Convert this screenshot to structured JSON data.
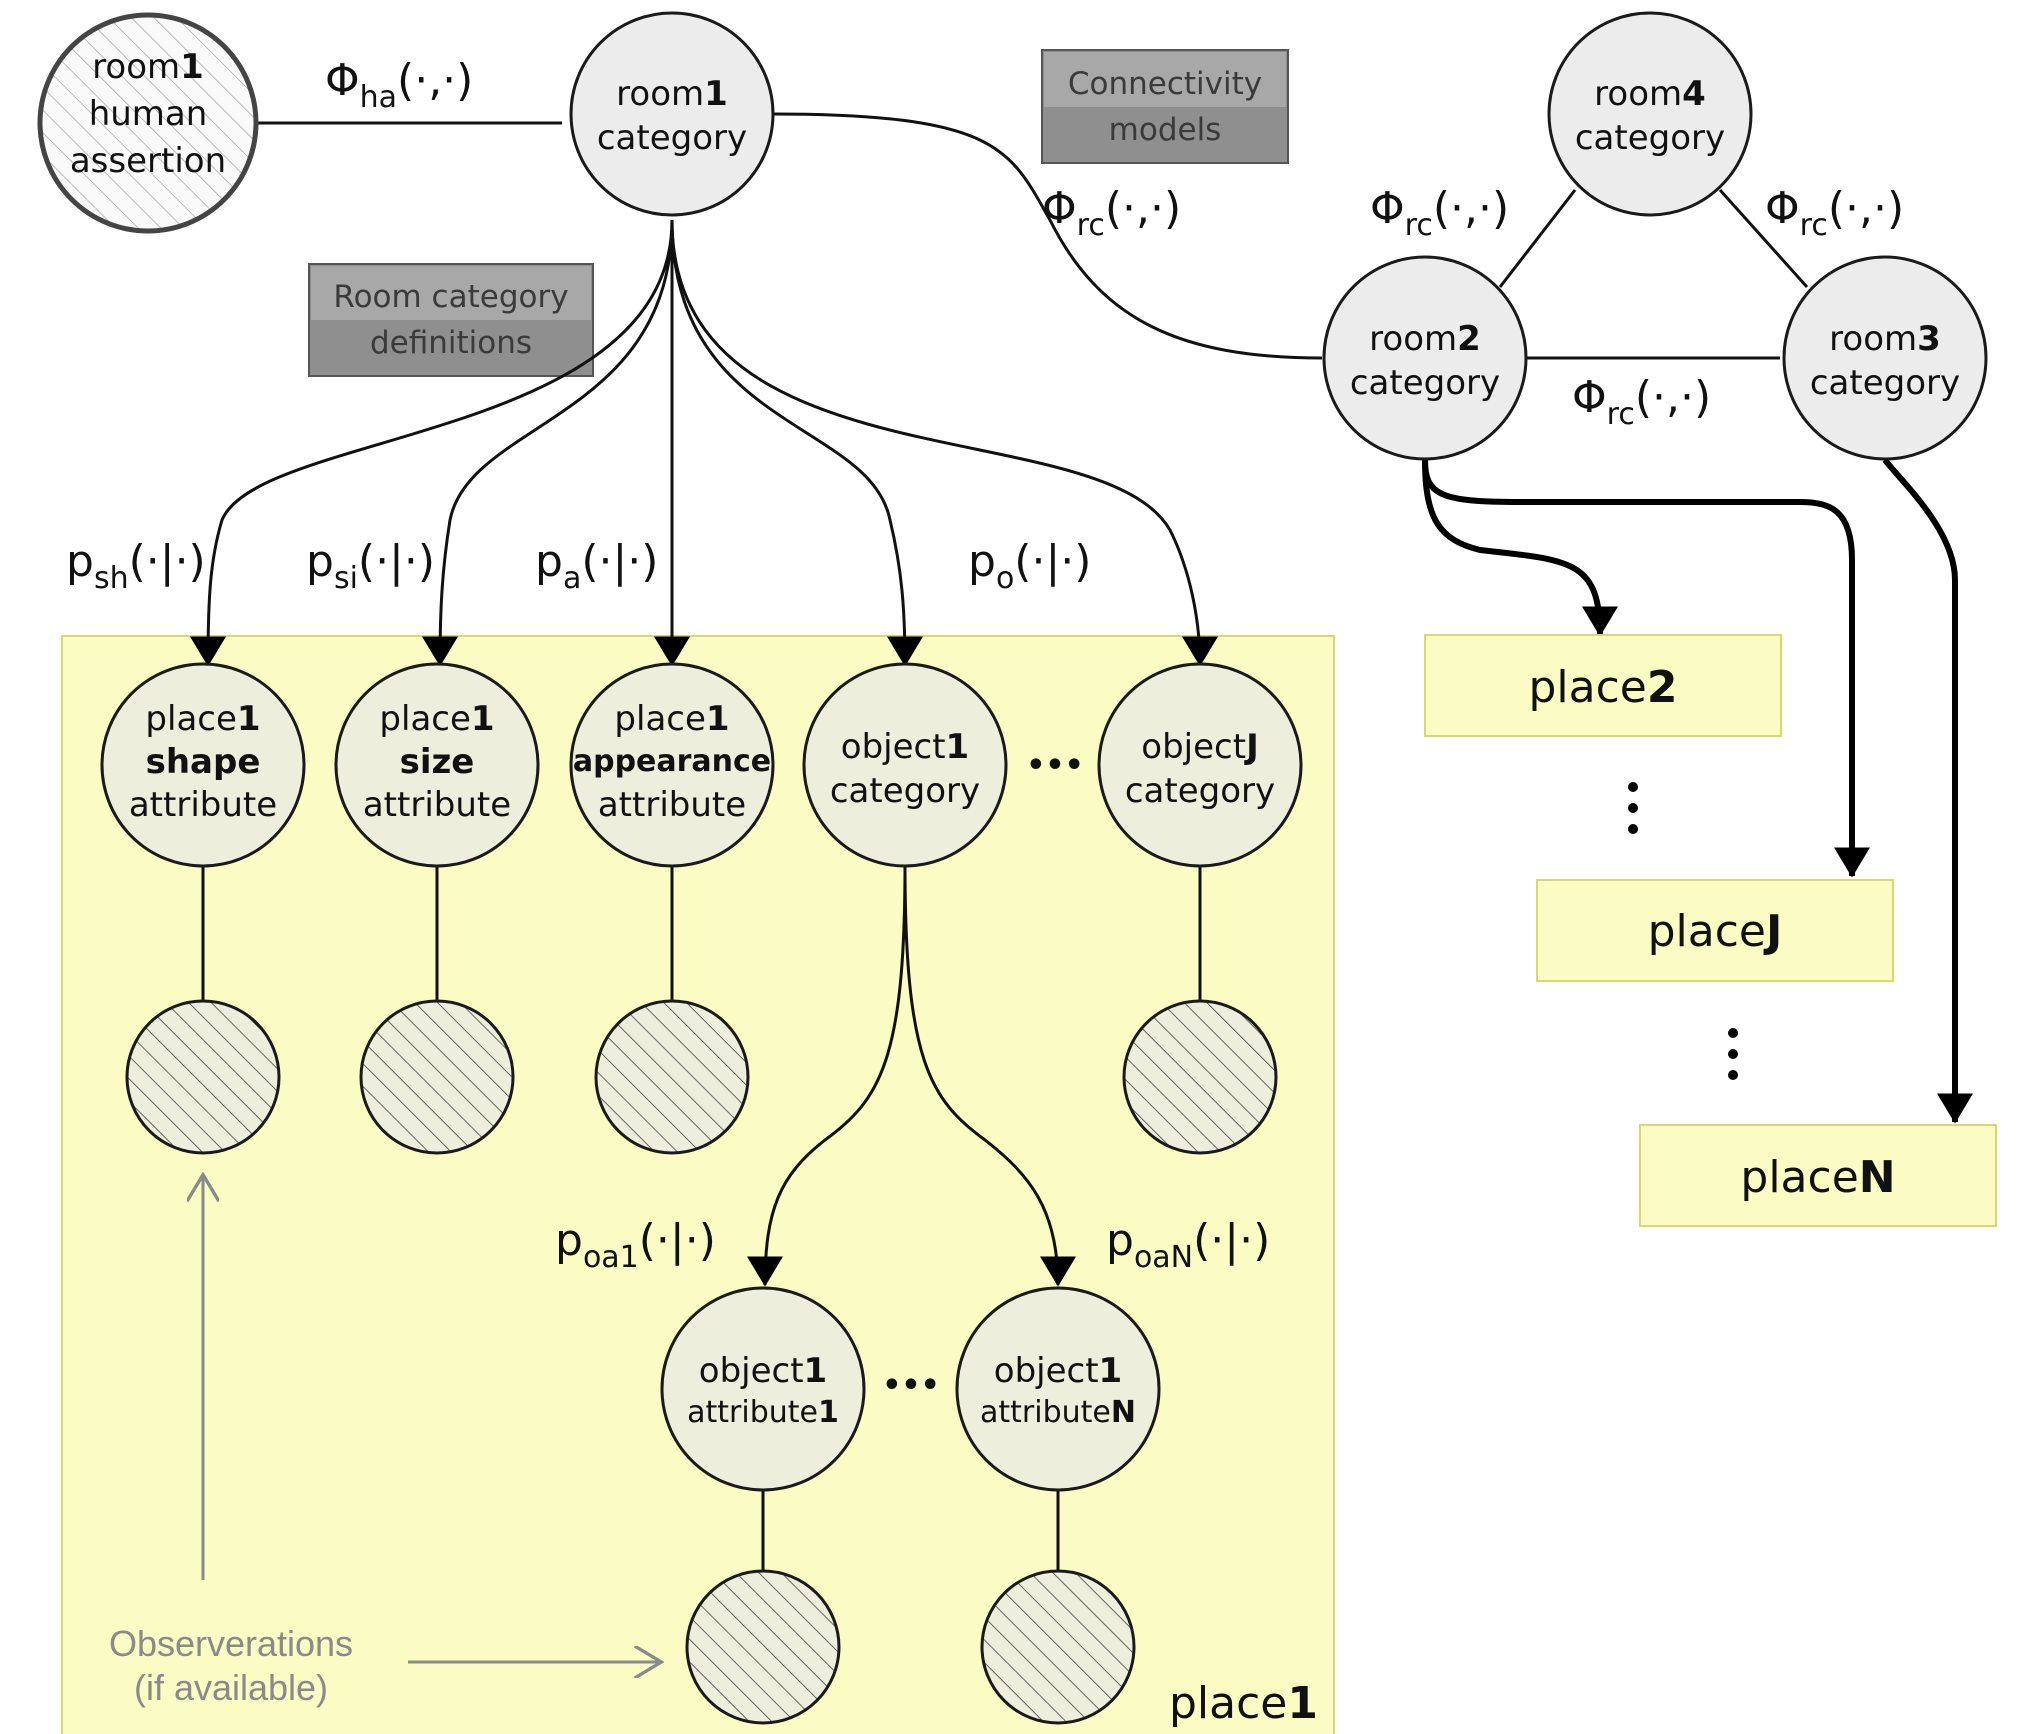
{
  "nodes": {
    "room1_human": {
      "l1": "room",
      "l1b": "1",
      "l2": "human",
      "l3": "assertion"
    },
    "room1": {
      "l1": "room",
      "l1b": "1",
      "l2": "category"
    },
    "room2": {
      "l1": "room",
      "l1b": "2",
      "l2": "category"
    },
    "room3": {
      "l1": "room",
      "l1b": "3",
      "l2": "category"
    },
    "room4": {
      "l1": "room",
      "l1b": "4",
      "l2": "category"
    },
    "shape": {
      "l1": "place",
      "l1b": "1",
      "l2": "shape",
      "l3": "attribute"
    },
    "size": {
      "l1": "place",
      "l1b": "1",
      "l2": "size",
      "l3": "attribute"
    },
    "appearance": {
      "l1": "place",
      "l1b": "1",
      "l2": "appearance",
      "l3": "attribute"
    },
    "object1": {
      "l1": "object",
      "l1b": "1",
      "l2": "category"
    },
    "objectJ": {
      "l1": "object",
      "l1b": "J",
      "l2": "category"
    },
    "obj1_attr1": {
      "l1": "object",
      "l1b": "1",
      "l2": "attribute",
      "l2b": "1"
    },
    "obj1_attrN": {
      "l1": "object",
      "l1b": "1",
      "l2": "attribute",
      "l2b": "N"
    }
  },
  "boxes": {
    "connectivity": {
      "l1": "Connectivity",
      "l2": "models"
    },
    "room_defs": {
      "l1": "Room category",
      "l2": "definitions"
    }
  },
  "edge_labels": {
    "phi": "Φ",
    "phi_args": "(·,·)",
    "ha": "ha",
    "rc": "rc",
    "p": "p",
    "p_args": "(·|·)",
    "sh": "sh",
    "si": "si",
    "a": "a",
    "o": "o",
    "oa1": "oa1",
    "oaN": "oaN"
  },
  "ellipsis": "•••",
  "places": {
    "place1": {
      "l": "place",
      "b": "1"
    },
    "place2": {
      "l": "place",
      "b": "2"
    },
    "placeJ": {
      "l": "place",
      "b": "J"
    },
    "placeN": {
      "l": "place",
      "b": "N"
    }
  },
  "observations": {
    "l1": "Observerations",
    "l2": "(if available)"
  }
}
